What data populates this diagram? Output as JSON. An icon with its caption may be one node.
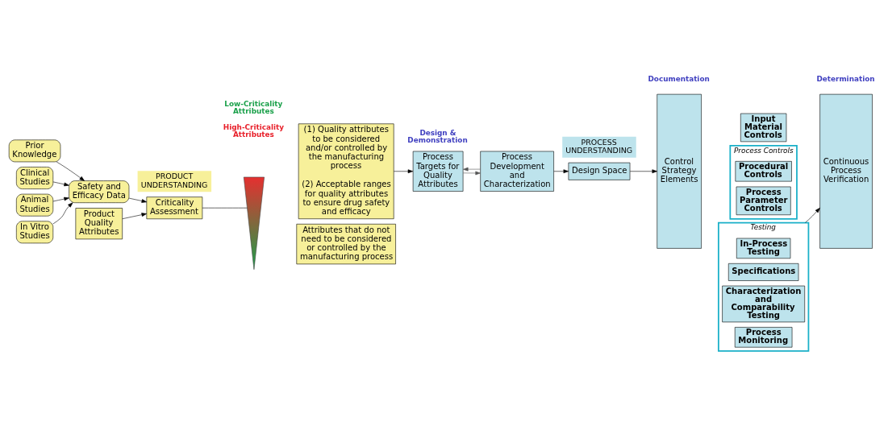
{
  "diagram": {
    "nodes": [
      {
        "text": [
          "Prior Knowledge"
        ]
      },
      {
        "text": [
          "Clinical Studies"
        ]
      },
      {
        "text": [
          "Animal Studies"
        ]
      },
      {
        "text": [
          "In Vitro Studies"
        ]
      },
      {
        "text": [
          "Safety and Efficacy Data"
        ]
      },
      {
        "text": [
          "Product Quality Attributes"
        ]
      },
      {
        "text": [
          "Criticality Assessment"
        ]
      },
      {
        "text": [],
        "shape": "triangle",
        "beside": [
          "High-Criticality Attributes",
          "Low-Criticality Attributes"
        ]
      },
      {
        "text": [
          "(1) Quality attributes to be considered and/or controlled by the manufacturing process",
          "(2) Acceptable ranges for quality attributes to ensure drug safety and efficacy"
        ]
      },
      {
        "text": [
          "Attributes that do not need to be considered or controlled by the manufacturing process"
        ]
      },
      {
        "text": [
          "Process Targets for Quality Attributes"
        ]
      },
      {
        "text": [
          "Process Development and Characterization"
        ]
      },
      {
        "text": [
          "Design Space"
        ]
      },
      {
        "text": [
          "Control Strategy Elements"
        ]
      },
      {
        "text": [
          "Input Material Controls"
        ]
      },
      {
        "text": [
          "Process Controls"
        ]
      },
      {
        "text": [
          "Procedural Controls"
        ],
        "in": 15
      },
      {
        "text": [
          "Process Parameter Controls"
        ],
        "in": 15
      },
      {
        "text": [
          "Testing"
        ]
      },
      {
        "text": [
          "In-Process Testing"
        ],
        "in": 18
      },
      {
        "text": [
          "Specifications"
        ],
        "in": 18
      },
      {
        "text": [
          "Characterization and Comparability Testing"
        ],
        "in": 18
      },
      {
        "text": [
          "Process Monitoring"
        ],
        "in": 18
      },
      {
        "text": [
          "Continuous Process Verification"
        ]
      },
      {
        "text": [
          "PRODUCT UNDERSTANDING"
        ]
      },
      {
        "text": [
          "PROCESS UNDERSTANDING"
        ]
      }
    ],
    "edges": [
      {
        "from": 0,
        "to": 4,
        "arrow": "to"
      },
      {
        "from": 1,
        "to": 4,
        "arrow": "to"
      },
      {
        "from": 2,
        "to": 4,
        "arrow": "to"
      },
      {
        "from": 3,
        "to": 4,
        "arrow": "to"
      },
      {
        "from": 4,
        "to": 6,
        "arrow": "to"
      },
      {
        "from": 5,
        "to": 6,
        "arrow": "to"
      },
      {
        "from": 6,
        "to": 7,
        "arrow": "none"
      },
      {
        "from": 8,
        "to": 10,
        "arrow": "to"
      },
      {
        "from": 11,
        "to": 10,
        "arrow": "to",
        "color": "#555555"
      },
      {
        "from": 10,
        "to": 11,
        "arrow": "to",
        "color": "#555555"
      },
      {
        "from": 11,
        "to": 12,
        "arrow": "to"
      },
      {
        "from": 12,
        "to": 13,
        "arrow": "to"
      },
      {
        "from": 18,
        "to": 23,
        "arrow": "to"
      }
    ],
    "labels": [
      "Design & Demonstration",
      "Documentation",
      "Determination"
    ]
  }
}
